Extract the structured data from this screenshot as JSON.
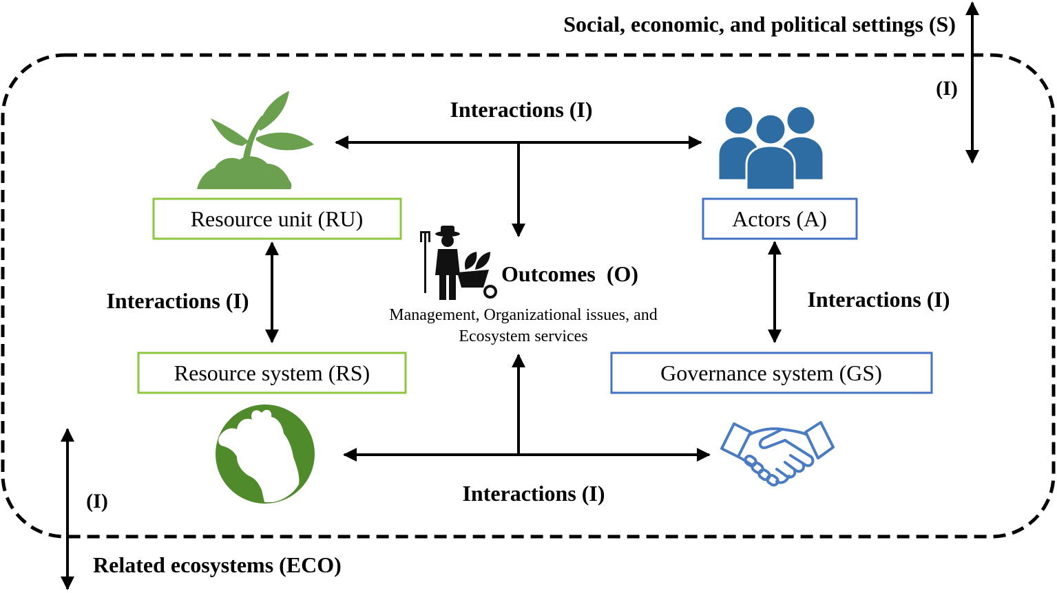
{
  "settings_label": "Social, economic, and political settings (S)",
  "eco_label": "Related ecosystems (ECO)",
  "interaction_top_right": "(I)",
  "interaction_bottom_left": "(I)",
  "interaction_top": "Interactions (I)",
  "interaction_left": "Interactions (I)",
  "interaction_right": "Interactions (I)",
  "interaction_bottom": "Interactions (I)",
  "boxes": {
    "resource_unit": "Resource unit (RU)",
    "actors": "Actors (A)",
    "resource_system": "Resource system (RS)",
    "governance_system": "Governance system (GS)"
  },
  "outcomes": {
    "title": "Outcomes  (O)",
    "line1": "Management, Organizational issues, and",
    "line2": "Ecosystem services"
  },
  "colors": {
    "green_box": "#8dc63f",
    "blue_box": "#4472c4",
    "plant": "#6ba04e",
    "actors_icon": "#2e6da4",
    "cow_circle": "#4f8a2b",
    "handshake": "#4a7cc4",
    "arrow": "#000000"
  },
  "icons": [
    "plant-icon",
    "people-icon",
    "farmer-icon",
    "cow-icon",
    "handshake-icon"
  ]
}
